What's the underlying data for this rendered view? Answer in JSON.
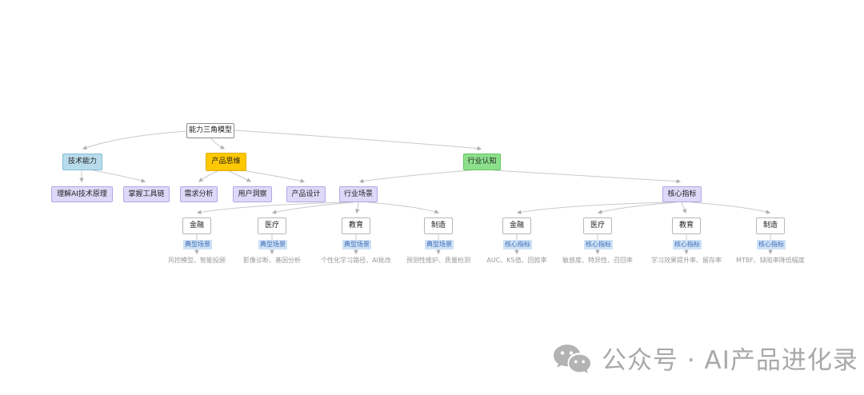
{
  "mindmap": {
    "root": "能力三角模型",
    "branches": {
      "tech": {
        "label": "技术能力",
        "color": "#b9dcec",
        "children": [
          "理解AI技术原理",
          "掌握工具链"
        ]
      },
      "product": {
        "label": "产品思维",
        "color": "#ffc800",
        "children": [
          "需求分析",
          "用户洞察",
          "产品设计"
        ]
      },
      "industry": {
        "label": "行业认知",
        "color": "#8ce08c",
        "children": [
          "行业场景",
          "核心指标"
        ]
      }
    },
    "industry_scenarios": {
      "tag": "典型场景",
      "items": [
        {
          "sector": "金融",
          "detail": "风控模型、智能投顾"
        },
        {
          "sector": "医疗",
          "detail": "影像诊断、基因分析"
        },
        {
          "sector": "教育",
          "detail": "个性化学习路径、AI批改"
        },
        {
          "sector": "制造",
          "detail": "预测性维护、质量检测"
        }
      ]
    },
    "core_metrics": {
      "tag": "核心指标",
      "items": [
        {
          "sector": "金融",
          "detail": "AUC、KS值、回款率"
        },
        {
          "sector": "医疗",
          "detail": "敏感度、特异性、召回率"
        },
        {
          "sector": "教育",
          "detail": "学习效果提升率、留存率"
        },
        {
          "sector": "制造",
          "detail": "MTBF、缺陷率降低幅度"
        }
      ]
    }
  },
  "watermark": {
    "icon": "wechat-icon",
    "text": "公众号 · AI产品进化录"
  },
  "colors": {
    "edge": "#c9c9c9",
    "root_border": "#8c8c8c",
    "tech_node": "#b9dcec",
    "product_node": "#ffc800",
    "industry_node": "#8ce08c",
    "purple_node": "#ded9f8",
    "tag_bg": "#cfe2f6",
    "tag_text": "#3e6cb8",
    "detail_text": "#999999",
    "watermark": "#a9a9a9"
  }
}
